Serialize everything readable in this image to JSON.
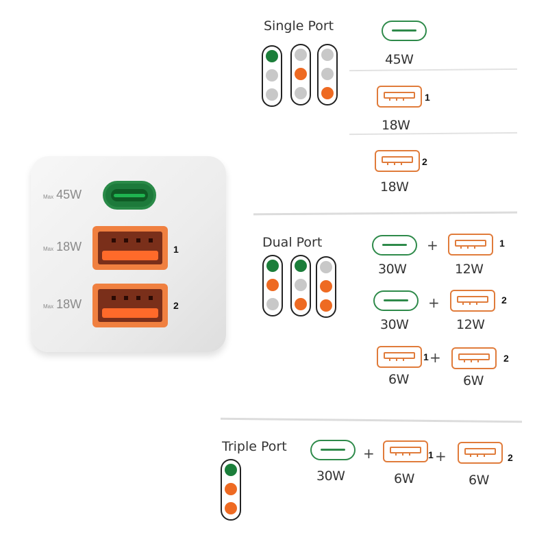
{
  "colors": {
    "green": "#2e8a4a",
    "orange": "#e07b3a",
    "gray": "#c8c8c8",
    "light_green": "#1b7e3a",
    "light_orange": "#ee6a22"
  },
  "charger": {
    "ports": [
      {
        "type": "usb-c",
        "label_prefix": "Max",
        "label_value": "45W",
        "number": ""
      },
      {
        "type": "usb-a",
        "label_prefix": "Max",
        "label_value": "18W",
        "number": "1"
      },
      {
        "type": "usb-a",
        "label_prefix": "Max",
        "label_value": "18W",
        "number": "2"
      }
    ]
  },
  "sections": {
    "single": {
      "title": "Single Port",
      "lights": [
        [
          "green",
          "gray",
          "gray"
        ],
        [
          "gray",
          "orange",
          "gray"
        ],
        [
          "gray",
          "gray",
          "orange"
        ]
      ],
      "rows": [
        {
          "ports": [
            {
              "type": "usb-c",
              "watt": "45W",
              "number": ""
            }
          ]
        },
        {
          "ports": [
            {
              "type": "usb-a",
              "watt": "18W",
              "number": "1"
            }
          ]
        },
        {
          "ports": [
            {
              "type": "usb-a",
              "watt": "18W",
              "number": "2"
            }
          ]
        }
      ]
    },
    "dual": {
      "title": "Dual Port",
      "lights": [
        [
          "green",
          "orange",
          "gray"
        ],
        [
          "green",
          "gray",
          "orange"
        ],
        [
          "gray",
          "orange",
          "orange"
        ]
      ],
      "plus": "+",
      "rows": [
        {
          "ports": [
            {
              "type": "usb-c",
              "watt": "30W",
              "number": ""
            },
            {
              "type": "usb-a",
              "watt": "12W",
              "number": "1"
            }
          ]
        },
        {
          "ports": [
            {
              "type": "usb-c",
              "watt": "30W",
              "number": ""
            },
            {
              "type": "usb-a",
              "watt": "12W",
              "number": "2"
            }
          ]
        },
        {
          "ports": [
            {
              "type": "usb-a",
              "watt": "6W",
              "number": "1"
            },
            {
              "type": "usb-a",
              "watt": "6W",
              "number": "2"
            }
          ]
        }
      ]
    },
    "triple": {
      "title": "Triple Port",
      "lights": [
        [
          "green",
          "orange",
          "orange"
        ]
      ],
      "plus": "+",
      "rows": [
        {
          "ports": [
            {
              "type": "usb-c",
              "watt": "30W",
              "number": ""
            },
            {
              "type": "usb-a",
              "watt": "6W",
              "number": "1"
            },
            {
              "type": "usb-a",
              "watt": "6W",
              "number": "2"
            }
          ]
        }
      ]
    }
  }
}
